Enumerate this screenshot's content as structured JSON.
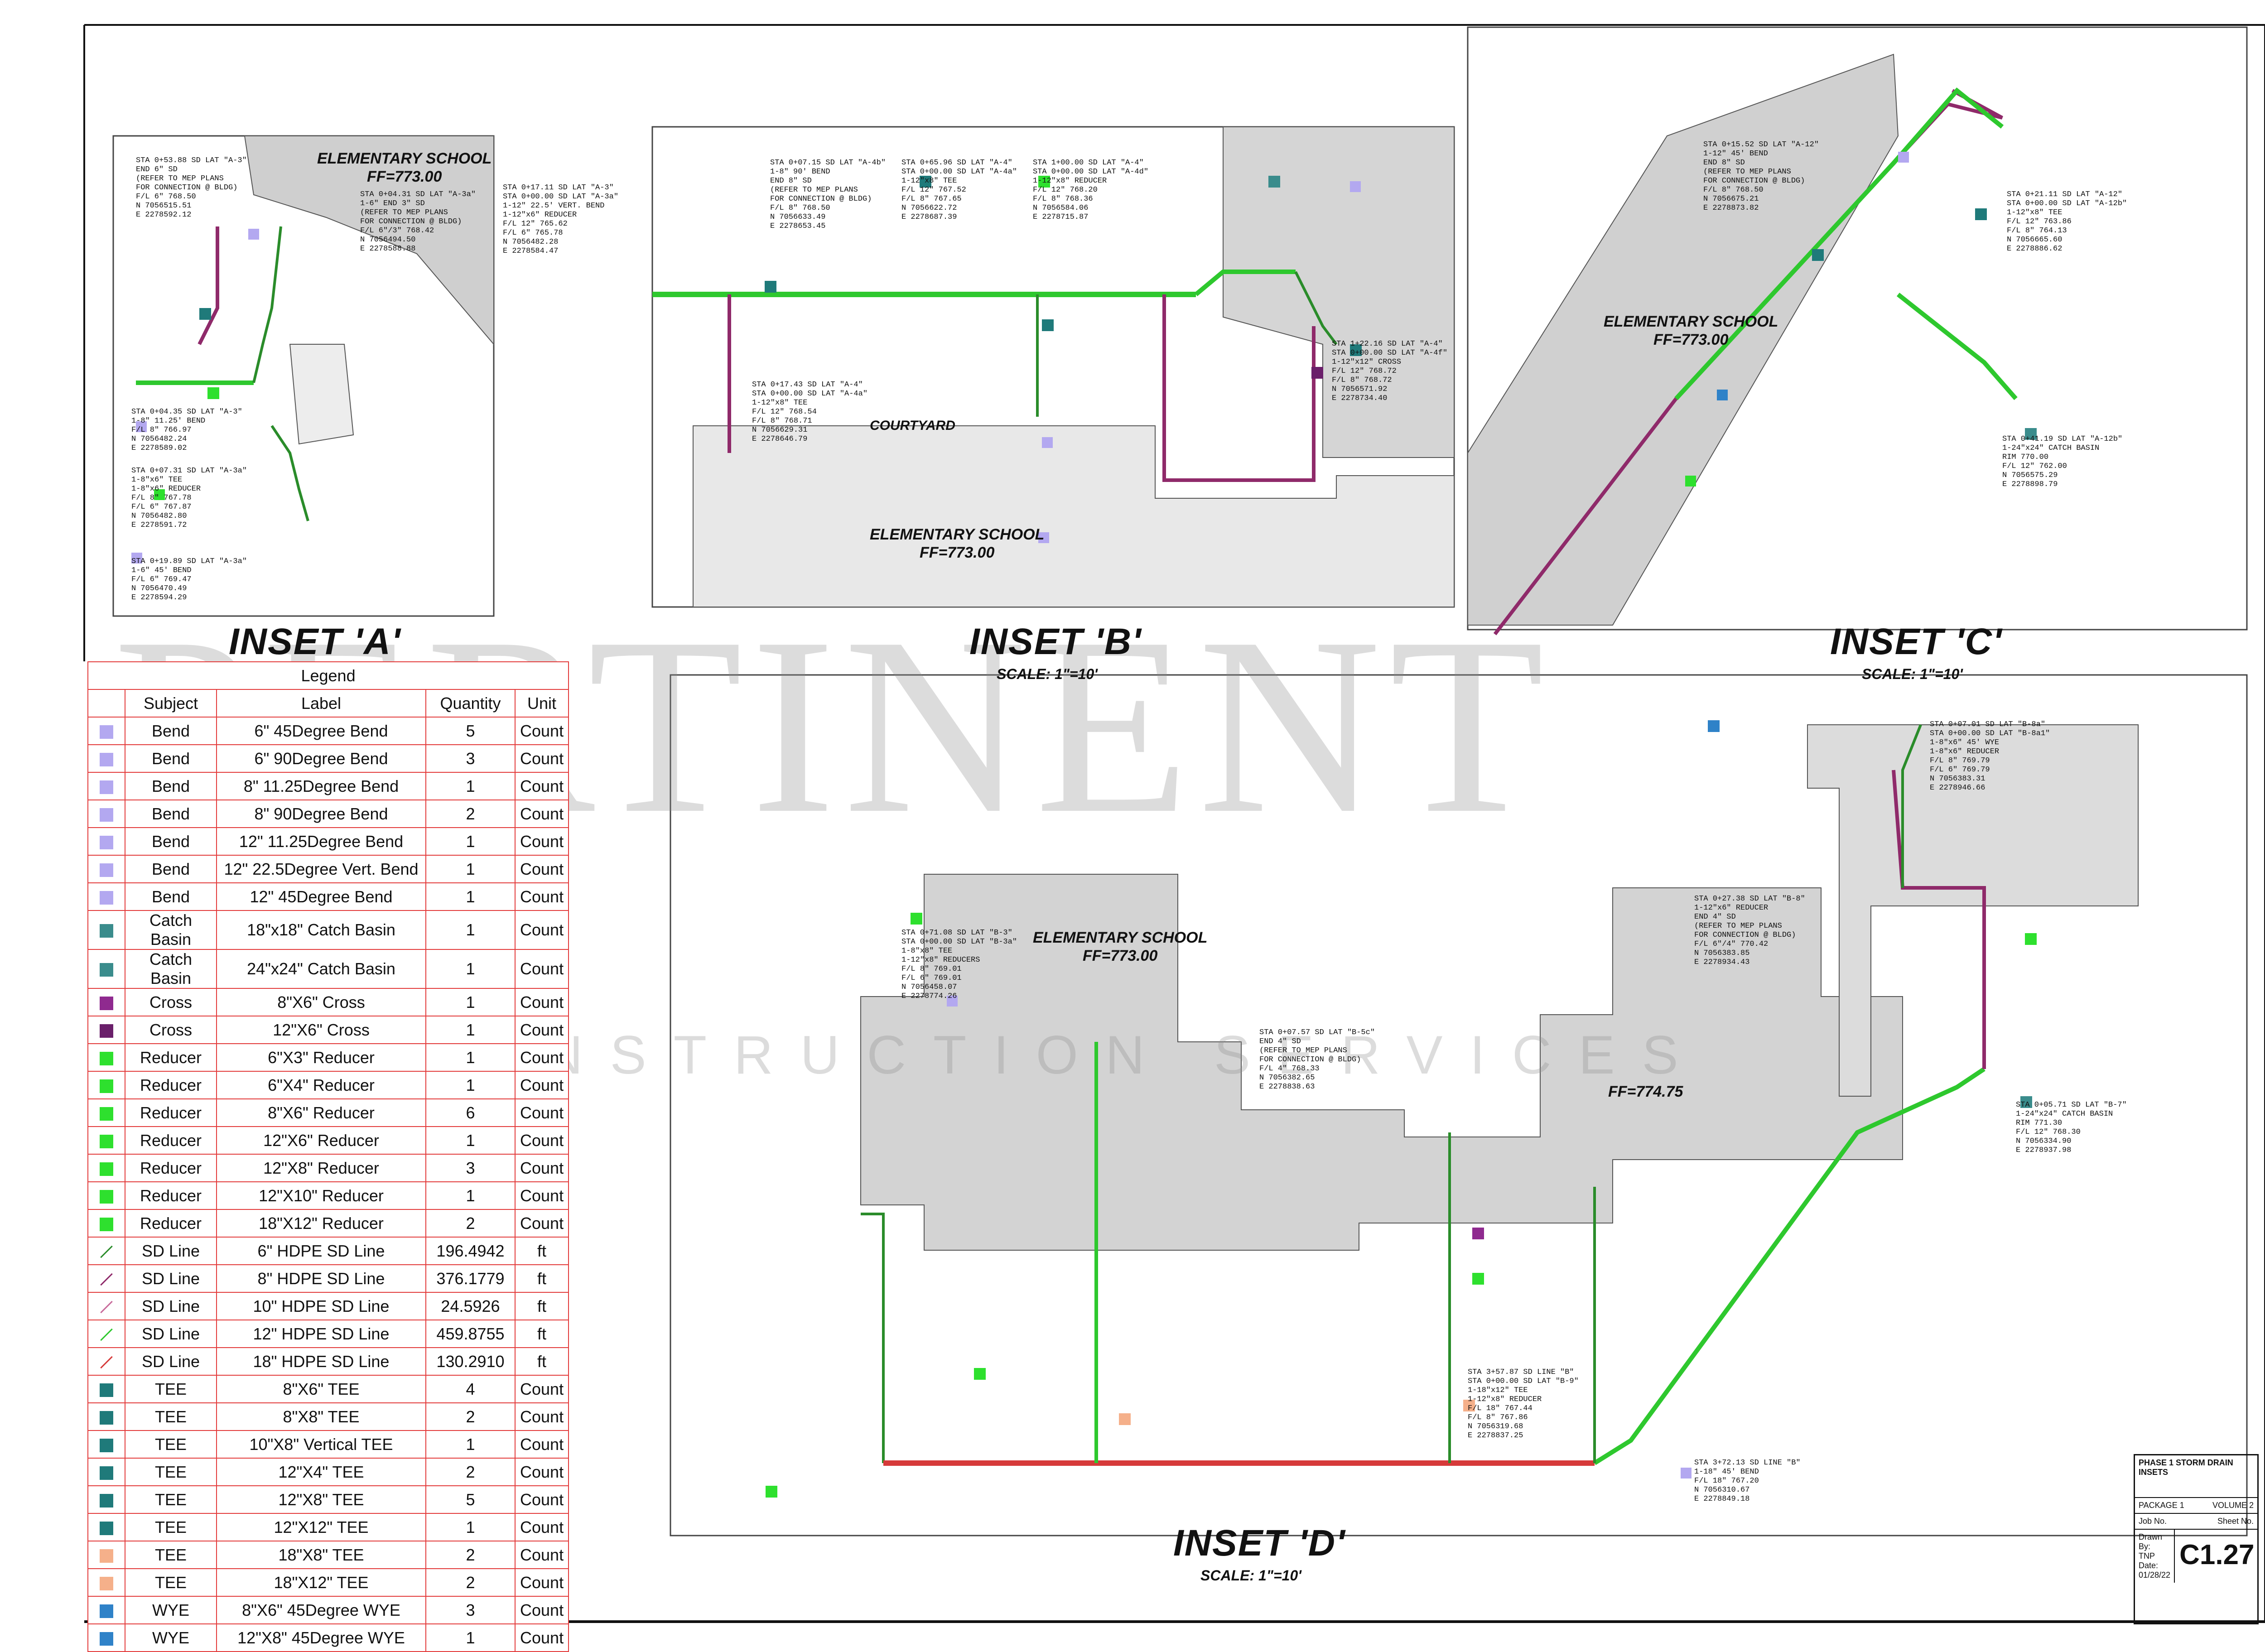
{
  "insets": [
    {
      "title": "INSET 'A'",
      "scale": ""
    },
    {
      "title": "INSET 'B'",
      "scale": "SCALE: 1\"=10'"
    },
    {
      "title": "INSET 'C'",
      "scale": "SCALE: 1\"=10'"
    },
    {
      "title": "INSET 'D'",
      "scale": "SCALE: 1\"=10'"
    }
  ],
  "buildings": {
    "school": "ELEMENTARY SCHOOL",
    "ff_773": "FF=773.00",
    "ff_774": "FF=774.75",
    "courtyard": "COURTYARD"
  },
  "watermark": {
    "name": "PERTINENT",
    "tagline": "CONSTRUCTION SERVICES"
  },
  "notes": {
    "a1": "STA 0+53.88 SD LAT \"A-3\"\nEND 6\" SD\n(REFER TO MEP PLANS\nFOR CONNECTION @ BLDG)\nF/L 6\" 768.50\nN 7056515.51\nE 2278592.12",
    "a2": "STA 0+04.31 SD LAT \"A-3a\"\n1-6\" END 3\" SD\n(REFER TO MEP PLANS\nFOR CONNECTION @ BLDG)\nF/L 6\"/3\" 768.42\nN 7056494.50\nE 2278588.88",
    "a3": "STA 0+17.11 SD LAT \"A-3\"\nSTA 0+00.00 SD LAT \"A-3a\"\n1-12\" 22.5' VERT. BEND\n1-12\"x6\" REDUCER\nF/L 12\" 765.62\nF/L 6\" 765.78\nN 7056482.28\nE 2278584.47",
    "a4": "STA 0+04.35 SD LAT \"A-3\"\n1-8\" 11.25' BEND\nF/L 8\" 766.97\nN 7056482.24\nE 2278589.02",
    "a5": "STA 0+07.31 SD LAT \"A-3a\"\n1-8\"x6\" TEE\n1-8\"x6\" REDUCER\nF/L 8\" 767.78\nF/L 6\" 767.87\nN 7056482.80\nE 2278591.72",
    "a6": "STA 0+19.89 SD LAT \"A-3a\"\n1-6\" 45' BEND\nF/L 6\" 769.47\nN 7056470.49\nE 2278594.29",
    "b1": "STA 0+07.15 SD LAT \"A-4b\"\n1-8\" 90' BEND\nEND 8\" SD\n(REFER TO MEP PLANS\nFOR CONNECTION @ BLDG)\nF/L 8\" 768.50\nN 7056633.49\nE 2278653.45",
    "b2": "STA 0+65.96 SD LAT \"A-4\"\nSTA 0+00.00 SD LAT \"A-4a\"\n1-12\"x8\" TEE\nF/L 12\" 767.52\nF/L 8\" 767.65\nN 7056622.72\nE 2278687.39",
    "b3": "STA 1+00.00 SD LAT \"A-4\"\nSTA 0+00.00 SD LAT \"A-4d\"\n1-12\"x8\" REDUCER\nF/L 12\" 768.20\nF/L 8\" 768.36\nN 7056584.06\nE 2278715.87",
    "b4": "STA 0+17.43 SD LAT \"A-4\"\nSTA 0+00.00 SD LAT \"A-4a\"\n1-12\"x8\" TEE\nF/L 12\" 768.54\nF/L 8\" 768.71\nN 7056629.31\nE 2278646.79",
    "b5": "STA 1+22.16 SD LAT \"A-4\"\nSTA 0+00.00 SD LAT \"A-4f\"\n1-12\"x12\" CROSS\nF/L 12\" 768.72\nF/L 8\" 768.72\nN 7056571.92\nE 2278734.40",
    "c1": "STA 0+15.52 SD LAT \"A-12\"\n1-12\" 45' BEND\nEND 8\" SD\n(REFER TO MEP PLANS\nFOR CONNECTION @ BLDG)\nF/L 8\" 768.50\nN 7056675.21\nE 2278873.82",
    "c2": "STA 0+21.11 SD LAT \"A-12\"\nSTA 0+00.00 SD LAT \"A-12b\"\n1-12\"x8\" TEE\nF/L 12\" 763.86\nF/L 8\" 764.13\nN 7056665.60\nE 2278886.62",
    "c3": "STA 0+41.19 SD LAT \"A-12b\"\n1-24\"x24\" CATCH BASIN\nRIM 770.00\nF/L 12\" 762.00\nN 7056575.29\nE 2278898.79",
    "d1": "STA 0+07.01 SD LAT \"B-8a\"\nSTA 0+00.00 SD LAT \"B-8a1\"\n1-8\"x6\" 45' WYE\n1-8\"x6\" REDUCER\nF/L 8\" 769.79\nF/L 6\" 769.79\nN 7056383.31\nE 2278946.66",
    "d2": "STA 0+27.38 SD LAT \"B-8\"\n1-12\"x6\" REDUCER\nEND 4\" SD\n(REFER TO MEP PLANS\nFOR CONNECTION @ BLDG)\nF/L 6\"/4\" 770.42\nN 7056383.85\nE 2278934.43",
    "d3": "STA 0+71.08 SD LAT \"B-3\"\nSTA 0+00.00 SD LAT \"B-3a\"\n1-8\"x8\" TEE\n1-12\"x8\" REDUCERS\nF/L 8\" 769.01\nF/L 6\" 769.01\nN 7056458.07\nE 2278774.26",
    "d4": "STA 0+07.57 SD LAT \"B-5c\"\nEND 4\" SD\n(REFER TO MEP PLANS\nFOR CONNECTION @ BLDG)\nF/L 4\" 768.33\nN 7056382.65\nE 2278838.63",
    "d5": "STA 3+57.87 SD LINE \"B\"\nSTA 0+00.00 SD LAT \"B-9\"\n1-18\"x12\" TEE\n1-12\"x8\" REDUCER\nF/L 18\" 767.44\nF/L 8\" 767.86\nN 7056319.68\nE 2278837.25",
    "d6": "STA 3+72.13 SD LINE \"B\"\n1-18\" 45' BEND\nF/L 18\" 767.20\nN 7056310.67\nE 2278849.18",
    "d7": "STA 0+05.71 SD LAT \"B-7\"\n1-24\"x24\" CATCH BASIN\nRIM 771.30\nF/L 12\" 768.30\nN 7056334.90\nE 2278937.98"
  },
  "legend": {
    "caption": "Legend",
    "headers": [
      "Subject",
      "Label",
      "Quantity",
      "Unit"
    ],
    "rows": [
      {
        "subject": "Bend",
        "label": "6\" 45Degree Bend",
        "quantity": "5",
        "unit": "Count",
        "color": "#b3a8f0"
      },
      {
        "subject": "Bend",
        "label": "6\" 90Degree Bend",
        "quantity": "3",
        "unit": "Count",
        "color": "#b3a8f0"
      },
      {
        "subject": "Bend",
        "label": "8\" 11.25Degree Bend",
        "quantity": "1",
        "unit": "Count",
        "color": "#b3a8f0"
      },
      {
        "subject": "Bend",
        "label": "8\" 90Degree Bend",
        "quantity": "2",
        "unit": "Count",
        "color": "#b3a8f0"
      },
      {
        "subject": "Bend",
        "label": "12\" 11.25Degree Bend",
        "quantity": "1",
        "unit": "Count",
        "color": "#b3a8f0"
      },
      {
        "subject": "Bend",
        "label": "12\" 22.5Degree Vert. Bend",
        "quantity": "1",
        "unit": "Count",
        "color": "#b3a8f0"
      },
      {
        "subject": "Bend",
        "label": "12\" 45Degree Bend",
        "quantity": "1",
        "unit": "Count",
        "color": "#b3a8f0"
      },
      {
        "subject": "Catch Basin",
        "label": "18\"x18\" Catch Basin",
        "quantity": "1",
        "unit": "Count",
        "color": "#3a8c8c"
      },
      {
        "subject": "Catch Basin",
        "label": "24\"x24\" Catch Basin",
        "quantity": "1",
        "unit": "Count",
        "color": "#3a8c8c"
      },
      {
        "subject": "Cross",
        "label": "8\"X6\" Cross",
        "quantity": "1",
        "unit": "Count",
        "color": "#8f2a8f"
      },
      {
        "subject": "Cross",
        "label": "12\"X6\" Cross",
        "quantity": "1",
        "unit": "Count",
        "color": "#6a1f6a"
      },
      {
        "subject": "Reducer",
        "label": "6\"X3\" Reducer",
        "quantity": "1",
        "unit": "Count",
        "color": "#2ee02e"
      },
      {
        "subject": "Reducer",
        "label": "6\"X4\" Reducer",
        "quantity": "1",
        "unit": "Count",
        "color": "#2ee02e"
      },
      {
        "subject": "Reducer",
        "label": "8\"X6\" Reducer",
        "quantity": "6",
        "unit": "Count",
        "color": "#2ee02e"
      },
      {
        "subject": "Reducer",
        "label": "12\"X6\" Reducer",
        "quantity": "1",
        "unit": "Count",
        "color": "#2ee02e"
      },
      {
        "subject": "Reducer",
        "label": "12\"X8\" Reducer",
        "quantity": "3",
        "unit": "Count",
        "color": "#2ee02e"
      },
      {
        "subject": "Reducer",
        "label": "12\"X10\" Reducer",
        "quantity": "1",
        "unit": "Count",
        "color": "#2ee02e"
      },
      {
        "subject": "Reducer",
        "label": "18\"X12\" Reducer",
        "quantity": "2",
        "unit": "Count",
        "color": "#2ee02e"
      },
      {
        "subject": "SD Line",
        "label": "6\" HDPE SD Line",
        "quantity": "196.4942",
        "unit": "ft",
        "color": "#2a8c2a",
        "line": true
      },
      {
        "subject": "SD Line",
        "label": "8\" HDPE SD Line",
        "quantity": "376.1779",
        "unit": "ft",
        "color": "#8f2a6a",
        "line": true
      },
      {
        "subject": "SD Line",
        "label": "10\" HDPE SD Line",
        "quantity": "24.5926",
        "unit": "ft",
        "color": "#c86a9a",
        "line": true
      },
      {
        "subject": "SD Line",
        "label": "12\" HDPE SD Line",
        "quantity": "459.8755",
        "unit": "ft",
        "color": "#2ec82e",
        "line": true
      },
      {
        "subject": "SD Line",
        "label": "18\" HDPE SD Line",
        "quantity": "130.2910",
        "unit": "ft",
        "color": "#d63a3a",
        "line": true
      },
      {
        "subject": "TEE",
        "label": "8\"X6\" TEE",
        "quantity": "4",
        "unit": "Count",
        "color": "#1f7a7a"
      },
      {
        "subject": "TEE",
        "label": "8\"X8\" TEE",
        "quantity": "2",
        "unit": "Count",
        "color": "#1f7a7a"
      },
      {
        "subject": "TEE",
        "label": "10\"X8\" Vertical TEE",
        "quantity": "1",
        "unit": "Count",
        "color": "#1f7a7a"
      },
      {
        "subject": "TEE",
        "label": "12\"X4\" TEE",
        "quantity": "2",
        "unit": "Count",
        "color": "#1f7a7a"
      },
      {
        "subject": "TEE",
        "label": "12\"X8\" TEE",
        "quantity": "5",
        "unit": "Count",
        "color": "#1f7a7a"
      },
      {
        "subject": "TEE",
        "label": "12\"X12\" TEE",
        "quantity": "1",
        "unit": "Count",
        "color": "#1f7a7a"
      },
      {
        "subject": "TEE",
        "label": "18\"X8\" TEE",
        "quantity": "2",
        "unit": "Count",
        "color": "#f5b08a"
      },
      {
        "subject": "TEE",
        "label": "18\"X12\" TEE",
        "quantity": "2",
        "unit": "Count",
        "color": "#f5b08a"
      },
      {
        "subject": "WYE",
        "label": "8\"X6\" 45Degree WYE",
        "quantity": "3",
        "unit": "Count",
        "color": "#2f82c8"
      },
      {
        "subject": "WYE",
        "label": "12\"X8\" 45Degree WYE",
        "quantity": "1",
        "unit": "Count",
        "color": "#2f82c8"
      }
    ]
  },
  "title_block": {
    "title": "PHASE 1 STORM DRAIN INSETS",
    "package": "PACKAGE 1",
    "volume": "VOLUME 2",
    "job_label": "Job No.",
    "sheet_label": "Sheet No.",
    "drawn_label": "Drawn By:",
    "drawn_by": "TNP",
    "date_label": "Date:",
    "date": "01/28/22",
    "sheet_no": "C1.27"
  }
}
